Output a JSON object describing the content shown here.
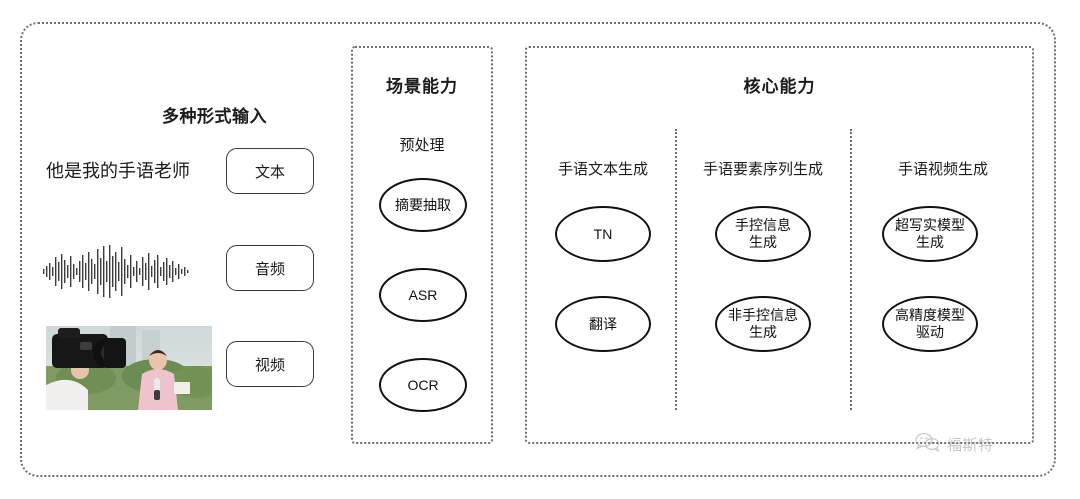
{
  "diagram": {
    "title_hidden": "",
    "input_section": {
      "heading": "多种形式输入",
      "sample_text": "他是我的手语老师",
      "modalities": [
        {
          "label": "文本",
          "icon": "text-icon"
        },
        {
          "label": "音频",
          "icon": "audio-waveform-icon"
        },
        {
          "label": "视频",
          "icon": "video-thumbnail-icon"
        }
      ]
    },
    "scene_panel": {
      "title": "场景能力",
      "group_label": "预处理",
      "nodes": [
        "摘要抽取",
        "ASR",
        "OCR"
      ]
    },
    "core_panel": {
      "title": "核心能力",
      "columns": [
        {
          "label": "手语文本生成",
          "nodes": [
            "TN",
            "翻译"
          ]
        },
        {
          "label": "手语要素序列生成",
          "nodes": [
            "手控信息\n生成",
            "非手控信息\n生成"
          ]
        },
        {
          "label": "手语视频生成",
          "nodes": [
            "超写实模型\n生成",
            "高精度模型\n驱动"
          ]
        }
      ]
    },
    "watermark": {
      "icon": "wechat-icon",
      "text": "福斯特"
    },
    "colors": {
      "frame": "#6f6f6f",
      "node_stroke": "#111111",
      "text": "#1b1b1b",
      "watermark": "#9a9a9a",
      "background": "#ffffff"
    }
  }
}
